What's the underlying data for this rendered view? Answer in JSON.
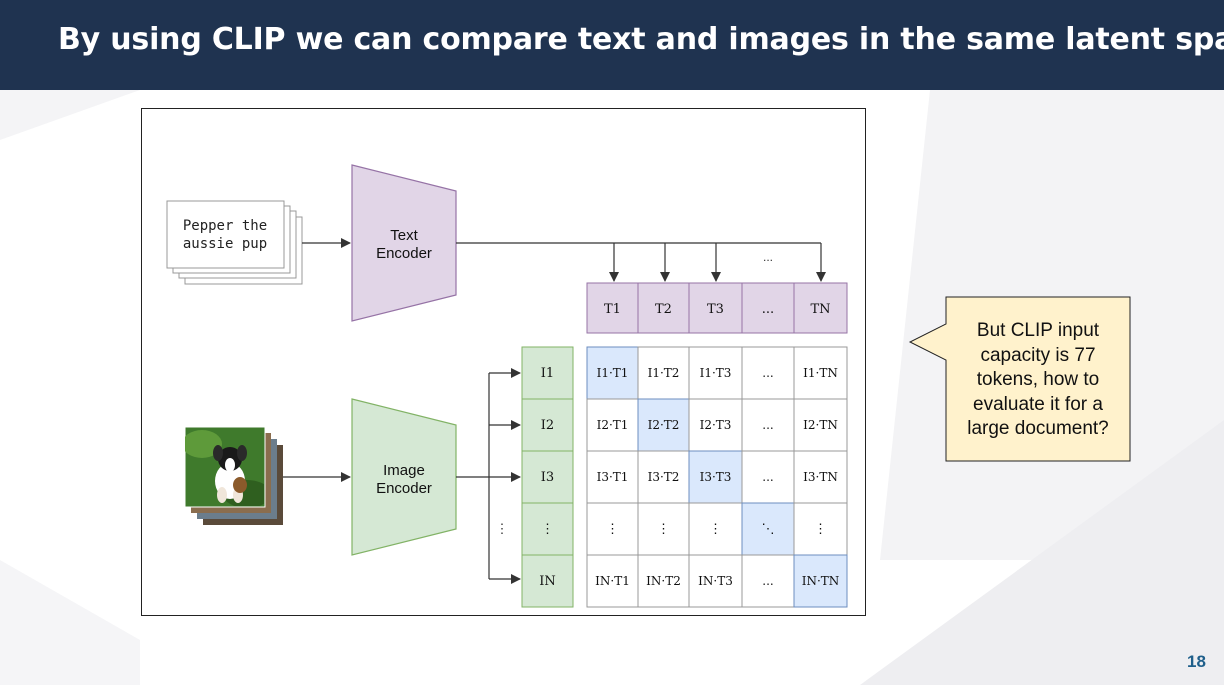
{
  "slide": {
    "title": "By using CLIP we can compare text and images in the same latent space",
    "page_number": "18"
  },
  "callout": {
    "text": "But CLIP input capacity is 77 tokens, how to evaluate it for a large document?"
  },
  "diagram": {
    "text_input_line1": "Pepper the",
    "text_input_line2": "aussie pup",
    "text_encoder_line1": "Text",
    "text_encoder_line2": "Encoder",
    "image_encoder_line1": "Image",
    "image_encoder_line2": "Encoder",
    "top_ellipsis": "...",
    "left_vdots": "⋮",
    "text_embeddings": [
      "T1",
      "T2",
      "T3",
      "...",
      "TN"
    ],
    "image_embeddings": [
      "I1",
      "I2",
      "I3",
      "⋮",
      "IN"
    ],
    "matrix": [
      [
        "I1·T1",
        "I1·T2",
        "I1·T3",
        "...",
        "I1·TN"
      ],
      [
        "I2·T1",
        "I2·T2",
        "I2·T3",
        "...",
        "I2·TN"
      ],
      [
        "I3·T1",
        "I3·T2",
        "I3·T3",
        "...",
        "I3·TN"
      ],
      [
        "⋮",
        "⋮",
        "⋮",
        "⋱",
        "⋮"
      ],
      [
        "IN·T1",
        "IN·T2",
        "IN·T3",
        "...",
        "IN·TN"
      ]
    ],
    "colors": {
      "text_encoder_fill": "#e1d5e7",
      "text_encoder_stroke": "#9673a6",
      "image_encoder_fill": "#d5e8d4",
      "image_encoder_stroke": "#82b366",
      "diagonal_fill": "#dae8fc",
      "diagonal_stroke": "#6c8ebf"
    }
  },
  "colors": {
    "header_bg": "#1f3350",
    "callout_fill": "#fff2cc",
    "page_number": "#1f5f8b"
  }
}
